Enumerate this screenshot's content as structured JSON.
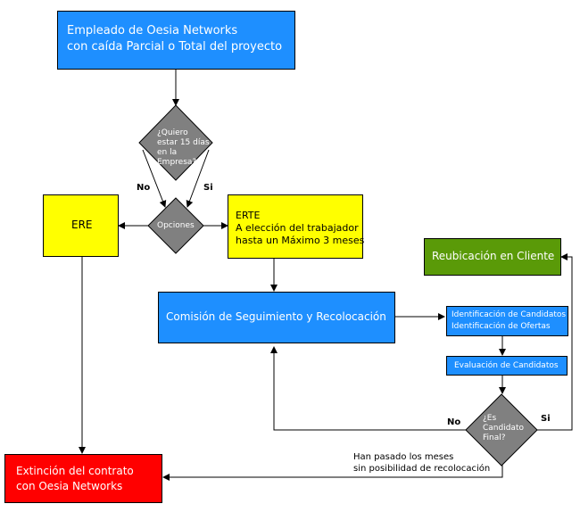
{
  "nodes": {
    "empleado": [
      "Empleado de Oesia Networks",
      "con caída Parcial o Total del proyecto"
    ],
    "decision_quiero": [
      "¿Quiero",
      "estar 15 días",
      "en la",
      "Empresa?"
    ],
    "opciones": "Opciones",
    "ere": "ERE",
    "erte": [
      "ERTE",
      "A elección del trabajador",
      "hasta un Máximo 3 meses"
    ],
    "reubicacion": "Reubicación en Cliente",
    "comision": "Comisión de Seguimiento y Recolocación",
    "identificacion": [
      "Identificación de Candidatos",
      "Identificación de Ofertas"
    ],
    "evaluacion": "Evaluación de Candidatos",
    "decision_candidato": [
      "¿Es",
      "Candidato",
      "Final?"
    ],
    "extincion": [
      "Extinción del contrato",
      "con Oesia Networks"
    ]
  },
  "labels": {
    "no_left": "No",
    "si_right": "Si",
    "no_candidato": "No",
    "si_candidato": "Si",
    "han_pasado": [
      "Han pasado los meses",
      "sin posibilidad de recolocación"
    ]
  }
}
